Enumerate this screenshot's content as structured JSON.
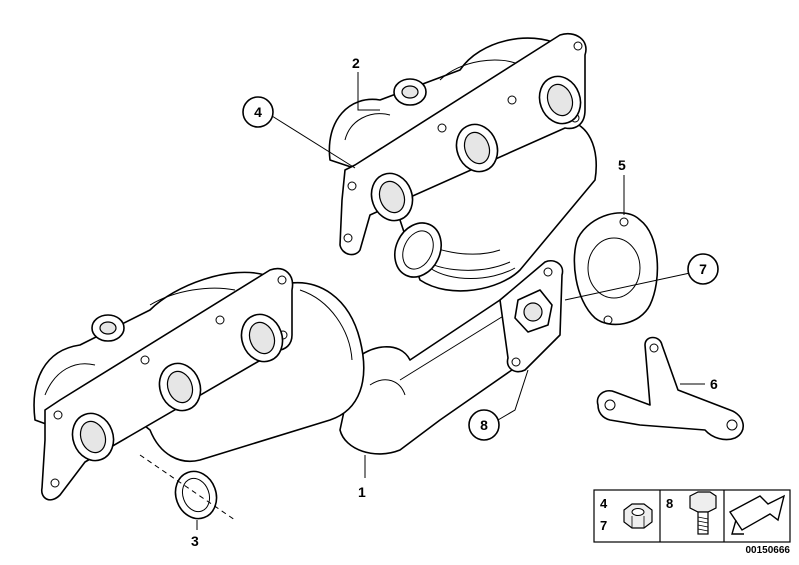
{
  "callouts": {
    "c1": "1",
    "c2": "2",
    "c3": "3",
    "c4": "4",
    "c5": "5",
    "c6": "6",
    "c7": "7",
    "c8": "8"
  },
  "legend": {
    "left_top": "4",
    "left_bottom": "7",
    "middle": "8"
  },
  "reference_number": "00150666",
  "icons": [
    "nut-icon",
    "bolt-icon",
    "arrow-icon"
  ]
}
